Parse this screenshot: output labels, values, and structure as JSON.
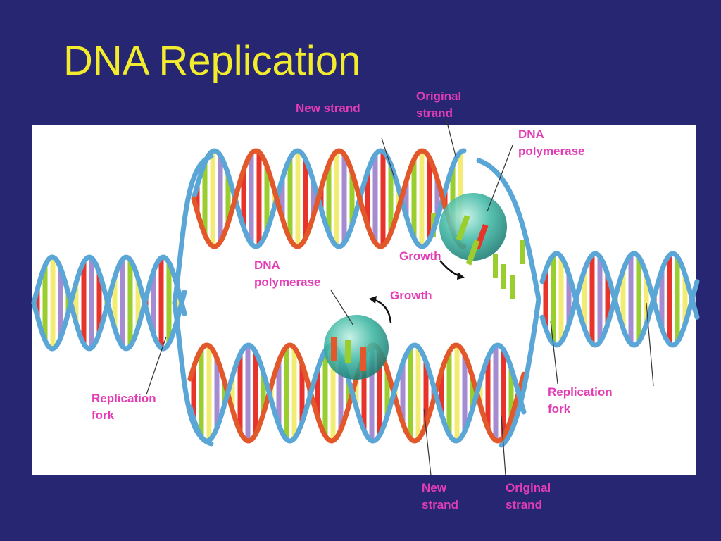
{
  "slide": {
    "title": "DNA Replication"
  },
  "labels": {
    "new_strand_top": "New strand",
    "original_strand_top": [
      "Original",
      "strand"
    ],
    "dna_polymerase_top": [
      "DNA",
      "polymerase"
    ],
    "dna_polymerase_mid": [
      "DNA",
      "polymerase"
    ],
    "growth_top": "Growth",
    "growth_mid": "Growth",
    "replication_fork_left": [
      "Replication",
      "fork"
    ],
    "replication_fork_right": [
      "Replication",
      "fork"
    ],
    "new_strand_bottom": [
      "New",
      "strand"
    ],
    "original_strand_bottom": [
      "Original",
      "strand"
    ]
  },
  "colors": {
    "background": "#262673",
    "title": "#F2EC2C",
    "label": "#E33DB5",
    "original_strand": "#5AA6D6",
    "new_strand": "#E2582A",
    "polymerase": "#3FB8A4",
    "base_red": "#E8332A",
    "base_green": "#9ACD2E",
    "base_yellow": "#F3EC74",
    "base_purple": "#A58CD0"
  }
}
